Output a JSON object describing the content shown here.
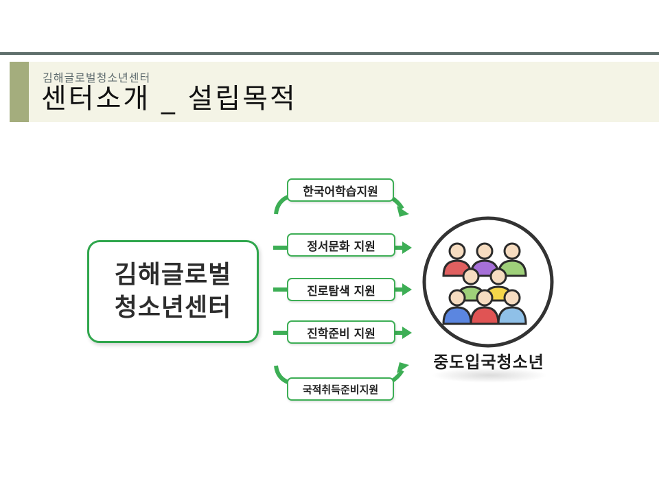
{
  "header": {
    "subtitle": "김해글로벌청소년센터",
    "title": "센터소개 _ 설립목적"
  },
  "diagram": {
    "center_lines": [
      "김해글로벌",
      "청소년센터"
    ],
    "programs": [
      "한국어학습지원",
      "정서문화 지원",
      "진로탐색 지원",
      "진학준비 지원",
      "국적취득준비지원"
    ],
    "target_label": "중도입국청소년",
    "target_icon": "people-group-icon"
  },
  "colors": {
    "accent_green": "#3dae55",
    "header_band": "#f4f4e6",
    "header_accent": "#a4ad7d",
    "top_rule": "#5f6f6c"
  }
}
